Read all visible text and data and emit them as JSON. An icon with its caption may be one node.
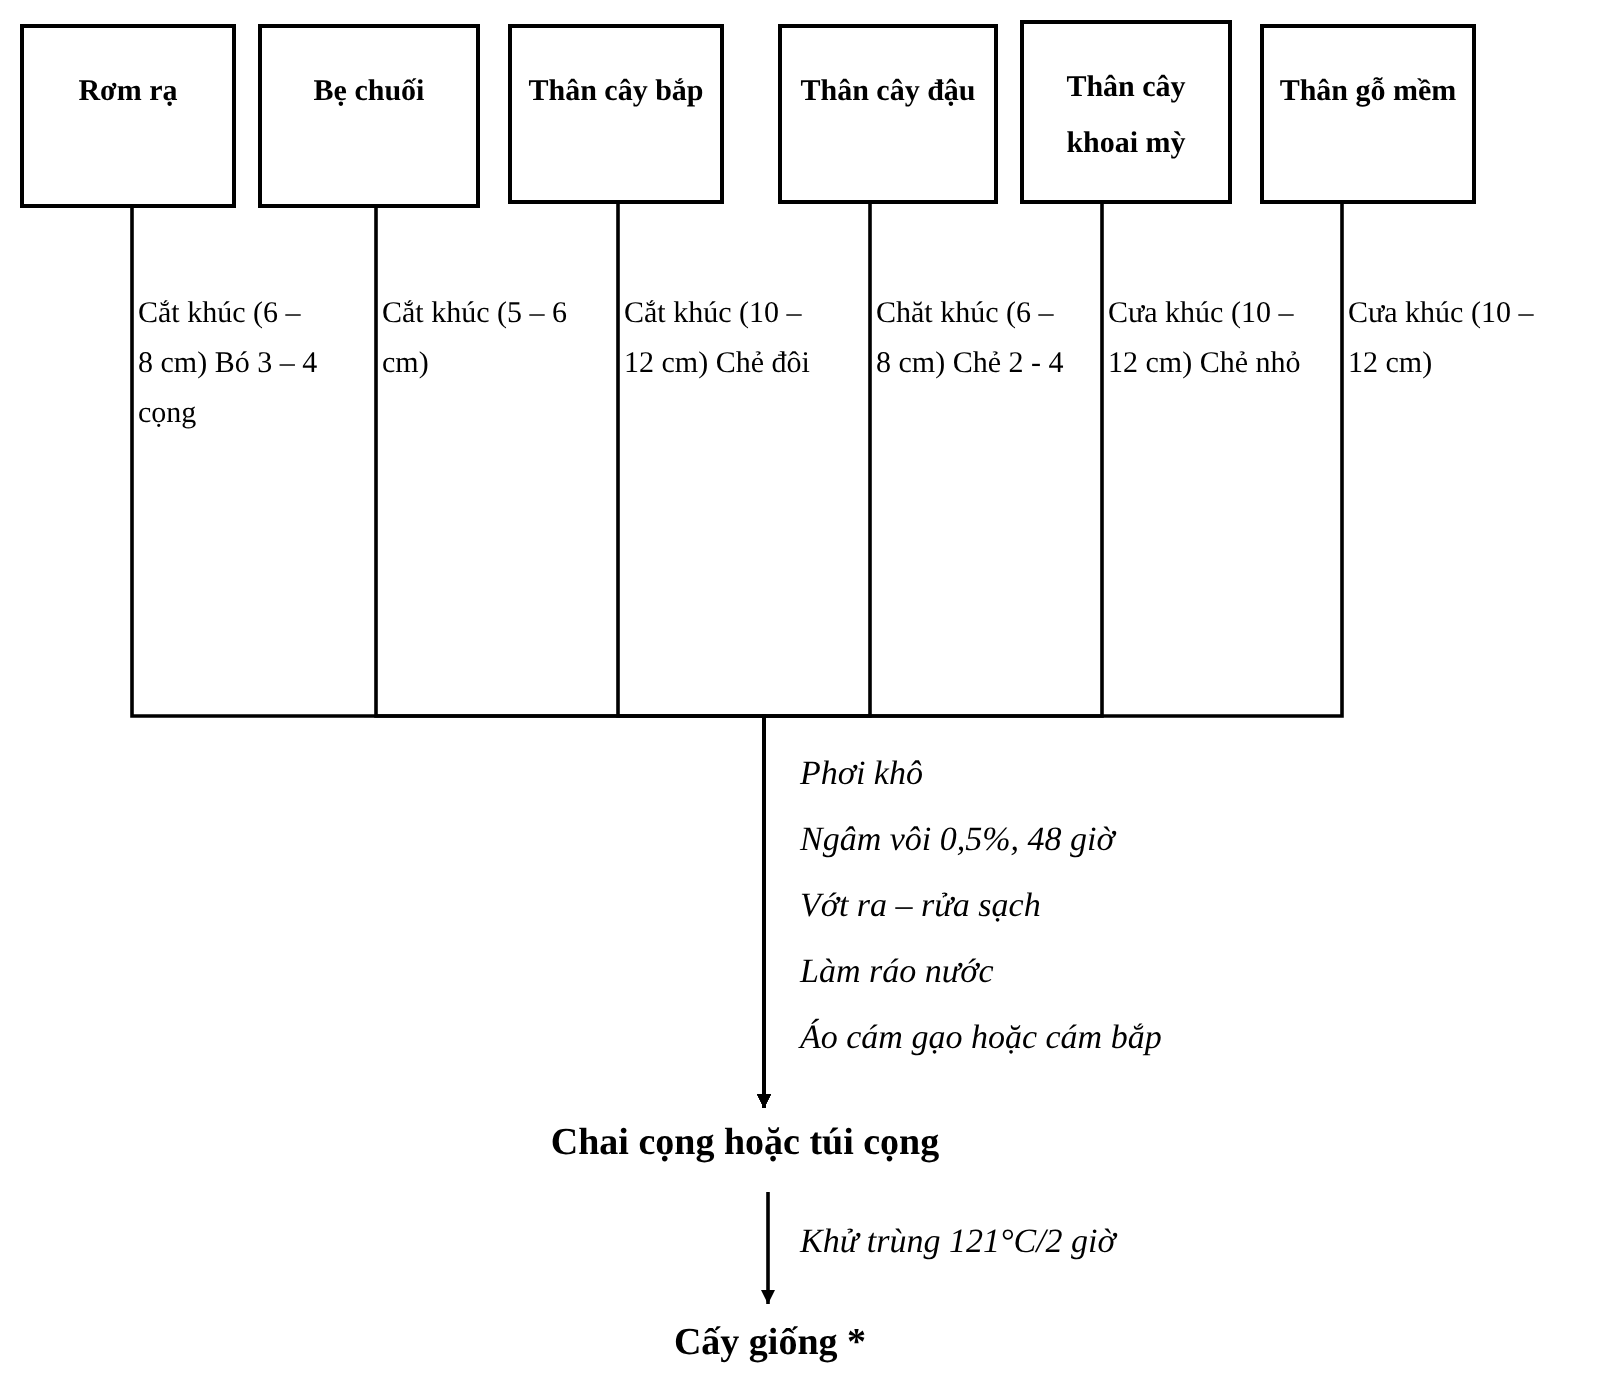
{
  "diagram": {
    "nodes": [
      {
        "text": [
          "Rơm rạ"
        ]
      },
      {
        "text": [
          "Bẹ chuối"
        ]
      },
      {
        "text": [
          "Thân cây bắp"
        ]
      },
      {
        "text": [
          "Thân cây đậu"
        ]
      },
      {
        "text": [
          "Thân cây khoai mỳ"
        ]
      },
      {
        "text": [
          "Thân gỗ mềm"
        ]
      },
      {
        "text": [
          "Chai cọng hoặc túi cọng"
        ]
      },
      {
        "text": [
          "Cấy giống *"
        ]
      }
    ],
    "edges": [
      {
        "from": 0,
        "to": 6,
        "arrow": "to",
        "label": "Cắt khúc (6 – 8 cm) Bó 3 – 4 cọng"
      },
      {
        "from": 1,
        "to": 6,
        "arrow": "to",
        "label": "Cắt khúc (5 – 6 cm)"
      },
      {
        "from": 2,
        "to": 6,
        "arrow": "to",
        "label": "Cắt khúc (10 – 12 cm) Chẻ đôi"
      },
      {
        "from": 3,
        "to": 6,
        "arrow": "to",
        "label": "Chăt khúc (6 – 8 cm) Chẻ 2 - 4"
      },
      {
        "from": 4,
        "to": 6,
        "arrow": "to",
        "label": "Cưa khúc (10 – 12 cm) Chẻ nhỏ"
      },
      {
        "from": 5,
        "to": 6,
        "arrow": "to",
        "label": "Cưa khúc (10 – 12 cm)"
      },
      {
        "from": 6,
        "to": 7,
        "arrow": "to",
        "label": "Khử trùng 121°C/2 giờ"
      }
    ],
    "labels": [
      "Phơi khô",
      "Ngâm vôi 0,5%, 48 giờ",
      "Vớt ra – rửa sạch",
      "Làm ráo nước",
      "Áo cám gạo hoặc cám bắp"
    ]
  }
}
